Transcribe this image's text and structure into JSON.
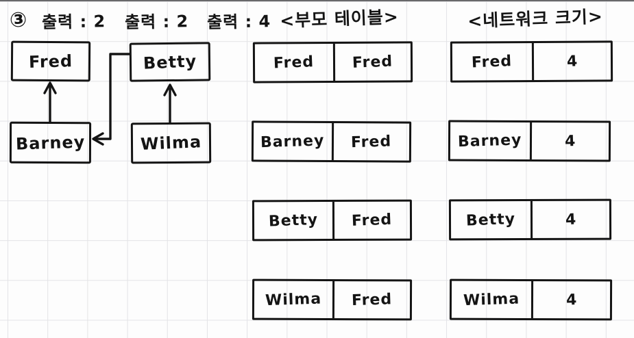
{
  "annotation": {
    "step_marker": "③",
    "outputs": [
      "출력 : 2",
      "출력 : 2",
      "출력 : 4"
    ]
  },
  "graph": {
    "nodes": [
      {
        "id": "fred",
        "label": "Fred"
      },
      {
        "id": "betty",
        "label": "Betty"
      },
      {
        "id": "barney",
        "label": "Barney"
      },
      {
        "id": "wilma",
        "label": "Wilma"
      }
    ],
    "edges": [
      {
        "from": "Barney",
        "to": "Fred"
      },
      {
        "from": "Wilma",
        "to": "Betty"
      },
      {
        "from": "Betty",
        "to": "Barney"
      }
    ]
  },
  "parent_table": {
    "title": "<부모 테이블>",
    "rows": [
      [
        "Fred",
        "Fred"
      ],
      [
        "Barney",
        "Fred"
      ],
      [
        "Betty",
        "Fred"
      ],
      [
        "Wilma",
        "Fred"
      ]
    ]
  },
  "size_table": {
    "title": "<네트워크 크기>",
    "rows": [
      [
        "Fred",
        "4"
      ],
      [
        "Barney",
        "4"
      ],
      [
        "Betty",
        "4"
      ],
      [
        "Wilma",
        "4"
      ]
    ]
  },
  "colors": {
    "ink": "#141414",
    "grid": "#e3e3e6",
    "paper": "#fdfdfd"
  }
}
